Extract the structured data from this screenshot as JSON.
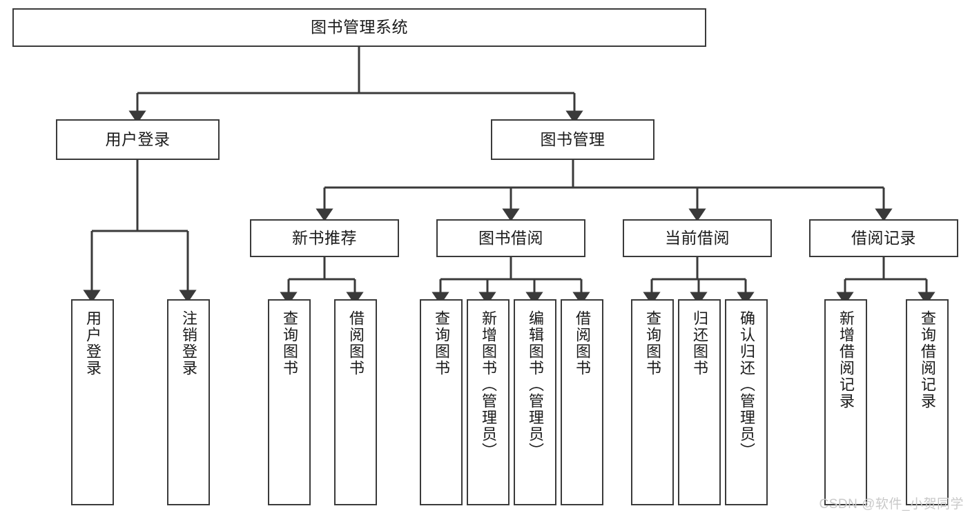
{
  "diagram": {
    "type": "tree-hierarchy",
    "title": "图书管理系统",
    "watermark": "CSDN @软件_小贺同学",
    "colors": {
      "stroke": "#3a3a3a",
      "fill": "#ffffff",
      "text": "#1a1a1a",
      "watermark": "#c9c9c9"
    },
    "levels": {
      "root": {
        "label": "图书管理系统"
      },
      "level2": [
        {
          "id": "user-login",
          "label": "用户登录"
        },
        {
          "id": "book-manage",
          "label": "图书管理"
        }
      ],
      "level3": [
        {
          "id": "new-book-recommend",
          "label": "新书推荐",
          "parent": "book-manage"
        },
        {
          "id": "book-borrow",
          "label": "图书借阅",
          "parent": "book-manage"
        },
        {
          "id": "current-borrow",
          "label": "当前借阅",
          "parent": "book-manage"
        },
        {
          "id": "borrow-record",
          "label": "借阅记录",
          "parent": "book-manage"
        }
      ],
      "leaves": [
        {
          "id": "leaf-user-login",
          "label": "用户登录",
          "parent": "user-login"
        },
        {
          "id": "leaf-user-logout",
          "label": "注销登录",
          "parent": "user-login"
        },
        {
          "id": "leaf-query-book-1",
          "label": "查询图书",
          "parent": "new-book-recommend"
        },
        {
          "id": "leaf-borrow-book-1",
          "label": "借阅图书",
          "parent": "new-book-recommend"
        },
        {
          "id": "leaf-query-book-2",
          "label": "查询图书",
          "parent": "book-borrow"
        },
        {
          "id": "leaf-add-book",
          "label": "新增图书（管理员）",
          "parent": "book-borrow"
        },
        {
          "id": "leaf-edit-book",
          "label": "编辑图书（管理员）",
          "parent": "book-borrow"
        },
        {
          "id": "leaf-borrow-book-2",
          "label": "借阅图书",
          "parent": "book-borrow"
        },
        {
          "id": "leaf-query-book-3",
          "label": "查询图书",
          "parent": "current-borrow"
        },
        {
          "id": "leaf-return-book",
          "label": "归还图书",
          "parent": "current-borrow"
        },
        {
          "id": "leaf-confirm-return",
          "label": "确认归还（管理员）",
          "parent": "current-borrow"
        },
        {
          "id": "leaf-add-record",
          "label": "新增借阅记录",
          "parent": "borrow-record"
        },
        {
          "id": "leaf-query-record",
          "label": "查询借阅记录",
          "parent": "borrow-record"
        }
      ]
    }
  }
}
